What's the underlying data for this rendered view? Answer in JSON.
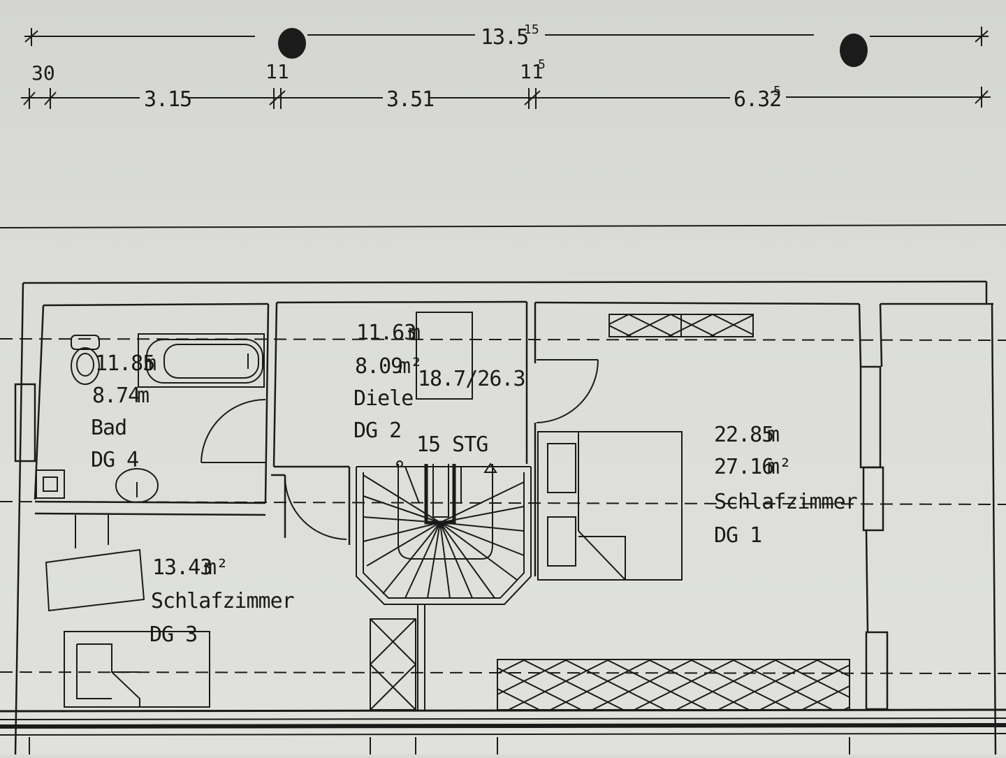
{
  "dimensions": {
    "overall": "13.5",
    "overall_sup": "15",
    "seg_30": "30",
    "seg_3_15": "3.15",
    "seg_11a": "11",
    "seg_3_51": "3.51",
    "seg_11b": "11",
    "seg_11b_sup": "5",
    "seg_6_32": "6.32",
    "seg_6_32_sup": "5"
  },
  "rooms": {
    "bad": {
      "perimeter": "11.85",
      "perimeter_unit": "m",
      "area": "8.74",
      "area_unit": "m",
      "name": "Bad",
      "code": "DG 4"
    },
    "diele": {
      "perimeter": "11.63",
      "perimeter_unit": "m",
      "area": "8.09",
      "area_unit": "m²",
      "name": "Diele",
      "code": "DG 2"
    },
    "window_label": "18.7/26.3",
    "stair_label": "15 STG",
    "schlafzimmer1": {
      "perimeter": "22.85",
      "perimeter_unit": "m",
      "area": "27.16",
      "area_unit": "m²",
      "name": "Schlafzimmer",
      "code": "DG 1"
    },
    "schlafzimmer3": {
      "area": "13.43",
      "area_unit": "m²",
      "name": "Schlafzimmer",
      "code": "DG 3"
    }
  },
  "colors": {
    "paper": "#dcddd9",
    "ink": "#1a1a1a"
  }
}
